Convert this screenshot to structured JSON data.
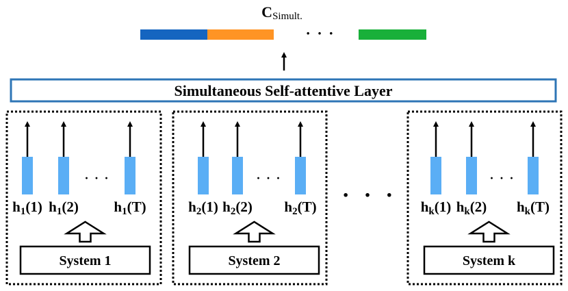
{
  "output": {
    "label_main": "C",
    "label_sub": "Simult.",
    "segment_colors": [
      "#1565C0",
      "#FF9424",
      "#19B03A"
    ],
    "ellipsis": "· · ·"
  },
  "layer": {
    "label": "Simultaneous Self-attentive Layer",
    "border_color": "#2E75B6"
  },
  "between_systems_ellipsis": "· · ·",
  "hidden_color": "#5AAEF5",
  "systems": [
    {
      "label": "System 1",
      "h_labels": [
        {
          "base": "h",
          "sub": "1",
          "arg": "(1)"
        },
        {
          "base": "h",
          "sub": "1",
          "arg": "(2)"
        },
        {
          "base": "h",
          "sub": "1",
          "arg": "(T)"
        }
      ],
      "ellipsis": "· · ·"
    },
    {
      "label": "System 2",
      "h_labels": [
        {
          "base": "h",
          "sub": "2",
          "arg": "(1)"
        },
        {
          "base": "h",
          "sub": "2",
          "arg": "(2)"
        },
        {
          "base": "h",
          "sub": "2",
          "arg": "(T)"
        }
      ],
      "ellipsis": "· · ·"
    },
    {
      "label": "System k",
      "h_labels": [
        {
          "base": "h",
          "sub": "k",
          "arg": "(1)"
        },
        {
          "base": "h",
          "sub": "k",
          "arg": "(2)"
        },
        {
          "base": "h",
          "sub": "k",
          "arg": "(T)"
        }
      ],
      "ellipsis": "· · ·"
    }
  ]
}
